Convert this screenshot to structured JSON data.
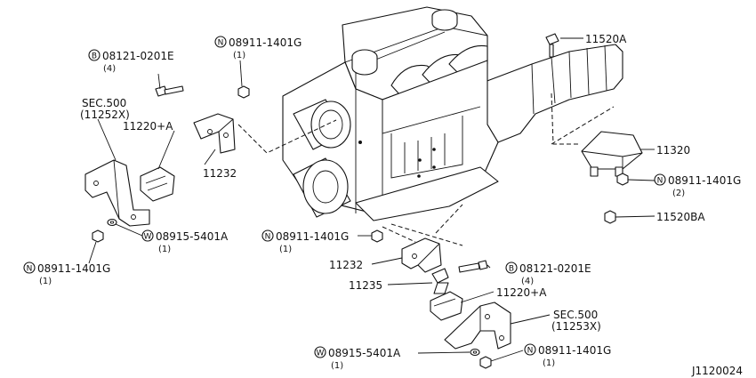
{
  "diagram": {
    "code": "J1120024",
    "parts": {
      "bolt_top_left": {
        "prefix": "B",
        "number": "08121-0201E",
        "qty": "(4)"
      },
      "nut_top": {
        "prefix": "N",
        "number": "08911-1401G",
        "qty": "(1)"
      },
      "sec_left": {
        "title": "SEC.500",
        "ref": "(11252X)"
      },
      "insulator_left": {
        "number": "11220+A"
      },
      "bracket_left": {
        "number": "11232"
      },
      "washer_left": {
        "prefix": "W",
        "number": "08915-5401A",
        "qty": "(1)"
      },
      "nut_left": {
        "prefix": "N",
        "number": "08911-1401G",
        "qty": "(1)"
      },
      "bolt_top_right": {
        "number": "11520A"
      },
      "rear_mount": {
        "number": "11320"
      },
      "nut_right": {
        "prefix": "N",
        "number": "08911-1401G",
        "qty": "(2)"
      },
      "nut_rear": {
        "number": "11520BA"
      },
      "nut_center": {
        "prefix": "N",
        "number": "08911-1401G",
        "qty": "(1)"
      },
      "bracket_right": {
        "number": "11232"
      },
      "bolt_center": {
        "prefix": "B",
        "number": "08121-0201E",
        "qty": "(4)"
      },
      "stopper": {
        "number": "11235"
      },
      "insulator_right": {
        "number": "11220+A"
      },
      "sec_right": {
        "title": "SEC.500",
        "ref": "(11253X)"
      },
      "washer_right": {
        "prefix": "W",
        "number": "08915-5401A",
        "qty": "(1)"
      },
      "nut_bottom": {
        "prefix": "N",
        "number": "08911-1401G",
        "qty": "(1)"
      }
    }
  }
}
